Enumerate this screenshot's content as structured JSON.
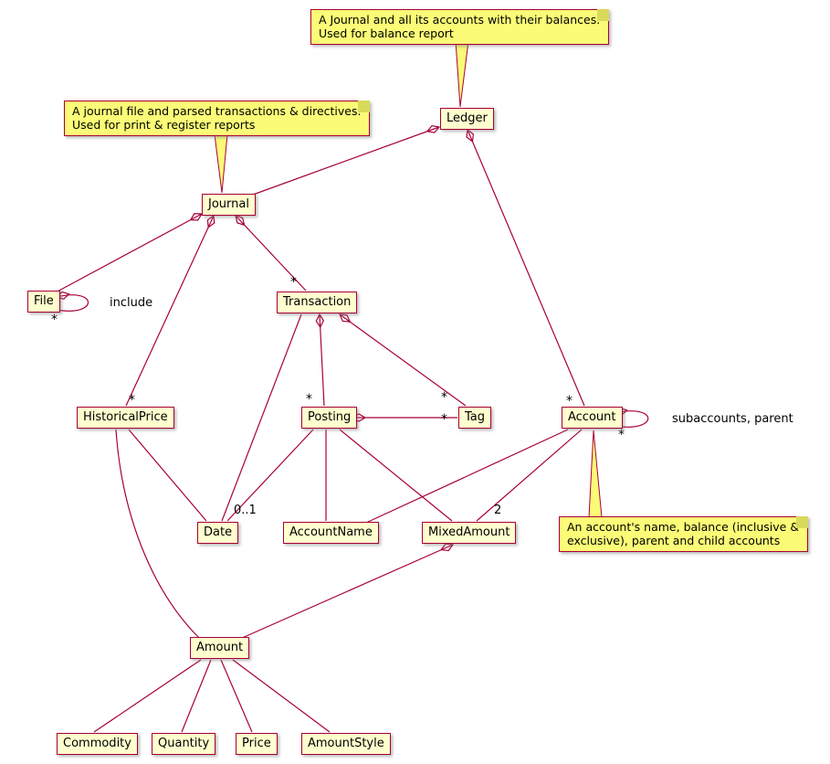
{
  "diagram": {
    "kind": "uml-class-diagram",
    "colors": {
      "node_fill": "#FEFECE",
      "node_border": "#A80036",
      "edge": "#A80036",
      "note_fill": "#FBFB77",
      "text": "#000000"
    },
    "nodes": {
      "ledger": "Ledger",
      "journal": "Journal",
      "file": "File",
      "transaction": "Transaction",
      "historicalprice": "HistoricalPrice",
      "posting": "Posting",
      "tag": "Tag",
      "account": "Account",
      "date": "Date",
      "accountname": "AccountName",
      "mixedamount": "MixedAmount",
      "amount": "Amount",
      "commodity": "Commodity",
      "quantity": "Quantity",
      "price": "Price",
      "amountstyle": "AmountStyle"
    },
    "notes": {
      "ledger": {
        "line1": "A Journal and all its accounts with their balances.",
        "line2": "Used for balance report"
      },
      "journal": {
        "line1": "A journal file and parsed transactions & directives.",
        "line2": "Used for print & register reports"
      },
      "account": {
        "line1": "An account's name, balance (inclusive &",
        "line2": "exclusive), parent and child accounts"
      }
    },
    "edge_labels": {
      "include_label": "include",
      "subaccounts_label": "subaccounts, parent",
      "file_self_mult": "*",
      "journal_transaction_mult": "*",
      "journal_historicalprice_mult": "*",
      "transaction_posting_mult": "*",
      "transaction_tag_mult": "*",
      "posting_tag_mult": "*",
      "ledger_account_mult": "*",
      "account_self_mult": "*",
      "posting_date_mult": "0..1",
      "account_mixedamount_mult": "2",
      "mixedamount_amount_mult": "*"
    },
    "relationships": [
      {
        "from": "Ledger",
        "to": "Journal",
        "type": "composition"
      },
      {
        "from": "Ledger",
        "to": "Account",
        "type": "composition",
        "to_multiplicity": "*"
      },
      {
        "from": "Journal",
        "to": "File",
        "type": "aggregation"
      },
      {
        "from": "File",
        "to": "File",
        "type": "aggregation",
        "label": "include",
        "to_multiplicity": "*"
      },
      {
        "from": "Journal",
        "to": "Transaction",
        "type": "composition",
        "to_multiplicity": "*"
      },
      {
        "from": "Journal",
        "to": "HistoricalPrice",
        "type": "composition",
        "to_multiplicity": "*"
      },
      {
        "from": "Transaction",
        "to": "Date",
        "type": "association"
      },
      {
        "from": "Transaction",
        "to": "Posting",
        "type": "composition",
        "to_multiplicity": "*"
      },
      {
        "from": "Transaction",
        "to": "Tag",
        "type": "aggregation",
        "to_multiplicity": "*"
      },
      {
        "from": "Posting",
        "to": "Tag",
        "type": "aggregation",
        "to_multiplicity": "*"
      },
      {
        "from": "Posting",
        "to": "Date",
        "type": "association",
        "to_multiplicity": "0..1"
      },
      {
        "from": "Posting",
        "to": "AccountName",
        "type": "association"
      },
      {
        "from": "Posting",
        "to": "MixedAmount",
        "type": "association"
      },
      {
        "from": "Account",
        "to": "Account",
        "type": "aggregation",
        "label": "subaccounts, parent",
        "to_multiplicity": "*"
      },
      {
        "from": "Account",
        "to": "AccountName",
        "type": "association"
      },
      {
        "from": "Account",
        "to": "MixedAmount",
        "type": "association",
        "to_multiplicity": "2"
      },
      {
        "from": "MixedAmount",
        "to": "Amount",
        "type": "composition",
        "to_multiplicity": "*"
      },
      {
        "from": "HistoricalPrice",
        "to": "Date",
        "type": "association"
      },
      {
        "from": "HistoricalPrice",
        "to": "Amount",
        "type": "association"
      },
      {
        "from": "Amount",
        "to": "Commodity",
        "type": "association"
      },
      {
        "from": "Amount",
        "to": "Quantity",
        "type": "association"
      },
      {
        "from": "Amount",
        "to": "Price",
        "type": "association"
      },
      {
        "from": "Amount",
        "to": "AmountStyle",
        "type": "association"
      }
    ]
  }
}
